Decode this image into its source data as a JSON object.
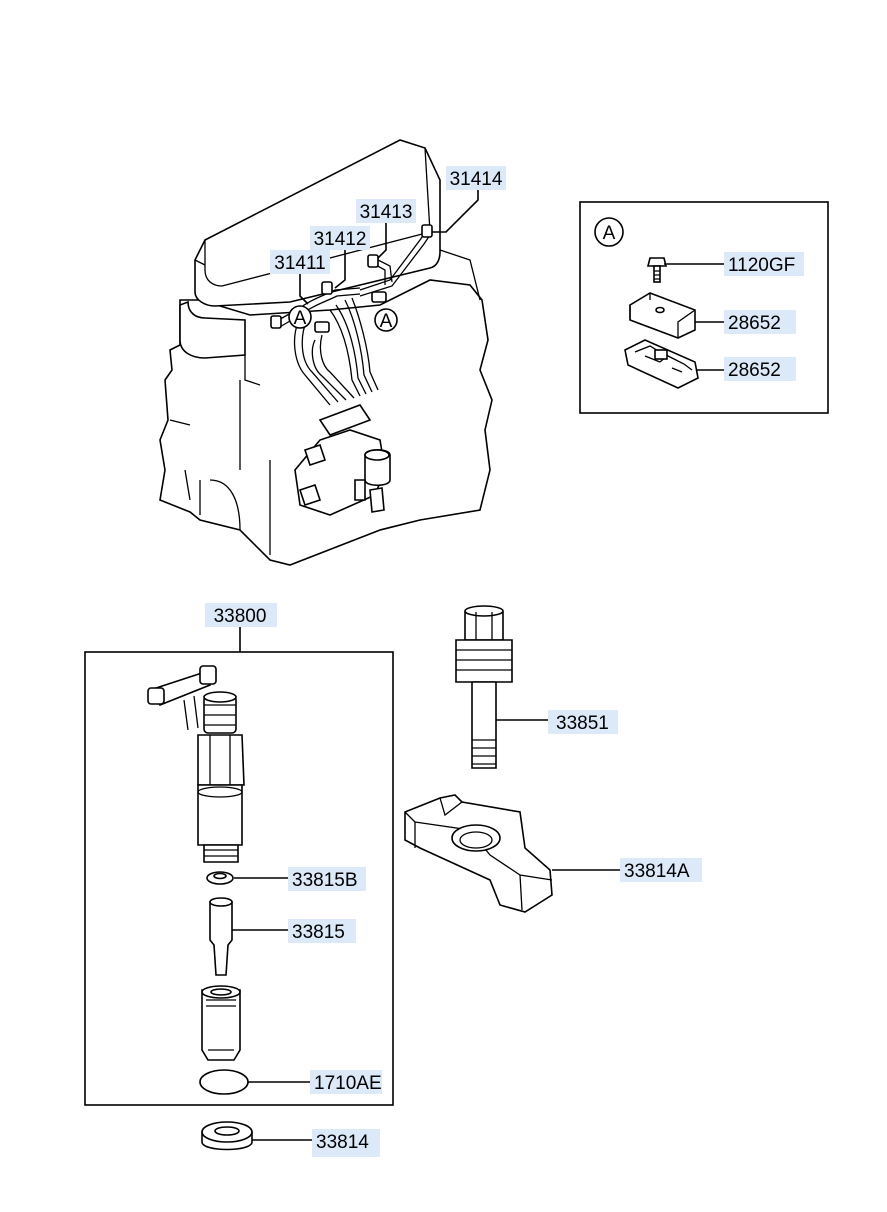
{
  "labels": {
    "p31414": "31414",
    "p31413": "31413",
    "p31412": "31412",
    "p31411": "31411",
    "p1120GF": "1120GF",
    "p28652a": "28652",
    "p28652b": "28652",
    "p33800": "33800",
    "p33851": "33851",
    "p33814A": "33814A",
    "p33815B": "33815B",
    "p33815": "33815",
    "p1710AE": "1710AE",
    "p33814": "33814"
  },
  "markers": {
    "detail_a": "A",
    "engine_a1": "A",
    "engine_a2": "A"
  }
}
